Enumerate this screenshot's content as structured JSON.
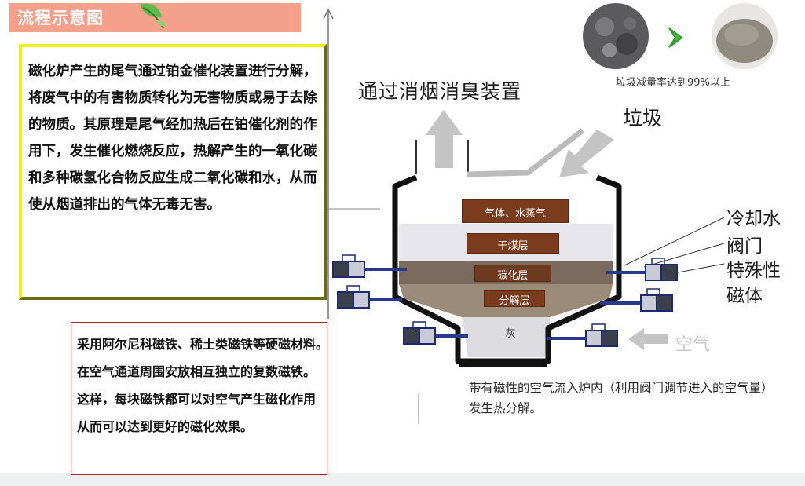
{
  "header": {
    "title": "流程示意图"
  },
  "left_panel": {
    "text": "磁化炉产生的尾气通过铂金催化装置进行分解，将废气中的有害物质转化为无害物质或易于去除的物质。其原理是尾气经加热后在铂催化剂的作用下，发生催化燃烧反应，热解产生的一氧化碳和多种碳氢化合物反应生成二氧化碳和水，从而使从烟道排出的气体无毒无害。"
  },
  "bottom_panel": {
    "lines": [
      "采用阿尔尼科磁铁、稀土类磁铁等硬磁材料。",
      "在空气通道周围安放相互独立的复数磁铁。",
      "这样，每块磁铁都可以对空气产生磁化作用",
      "从而可以达到更好的磁化效果。"
    ]
  },
  "diagram": {
    "exhaust_label": "通过消烟消臭装置",
    "garbage_label": "垃圾",
    "cooling_water": "冷却水",
    "valve": "阀门",
    "special_magnet_line1": "特殊性",
    "special_magnet_line2": "磁体",
    "air_label": "空气",
    "caption": "带有磁性的空气流入炉内（利用阀门调节进入的空气量）发生热分解。",
    "reduction_label": "垃圾减量率达到99%以上",
    "layers": {
      "gas": "气体、水蒸气",
      "dry": "干煤层",
      "carbon": "碳化层",
      "decompose": "分解层",
      "ash": "灰"
    }
  },
  "colors": {
    "banner": "#f5a08a",
    "yellow_border": "#f1ef1b",
    "red_border": "#a3262f",
    "layer_brown": "#7a3c1d",
    "magnet_blue": "#2a3a8a",
    "arrow_gray": "#c4c4c4",
    "green_arrow": "#3fbf3a"
  }
}
